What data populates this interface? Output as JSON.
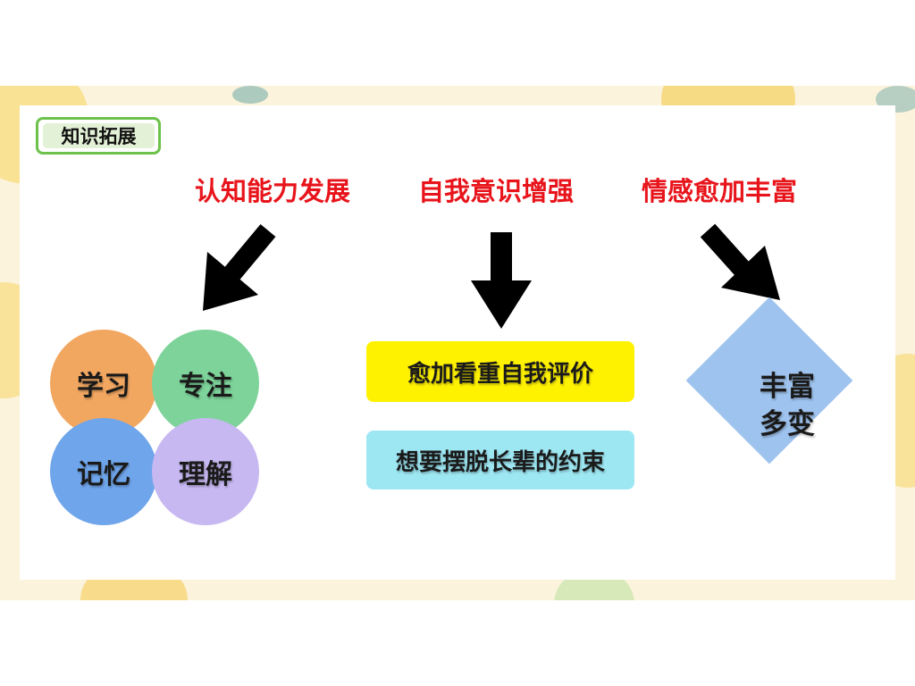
{
  "tag": {
    "label": "知识拓展"
  },
  "headings": [
    "认知能力发展",
    "自我意识增强",
    "情感愈加丰富"
  ],
  "cognitive": {
    "items": [
      "学习",
      "专注",
      "记忆",
      "理解"
    ]
  },
  "self_awareness": {
    "items": [
      "愈加看重自我评价",
      "想要摆脱长辈的约束"
    ]
  },
  "emotion": {
    "lines": [
      "丰富",
      "多变"
    ]
  },
  "colors": {
    "heading": "#e8141b",
    "tag_border": "#6cc24a",
    "study": "#f2a761",
    "focus": "#7dd39a",
    "memory": "#6fa5ea",
    "understand": "#c7b8f2",
    "yellow_box": "#fff200",
    "cyan_box": "#9de7f3",
    "diamond": "#9ec3ee"
  },
  "icons": [
    "arrow-down-left-icon",
    "arrow-down-icon",
    "arrow-down-right-icon"
  ]
}
